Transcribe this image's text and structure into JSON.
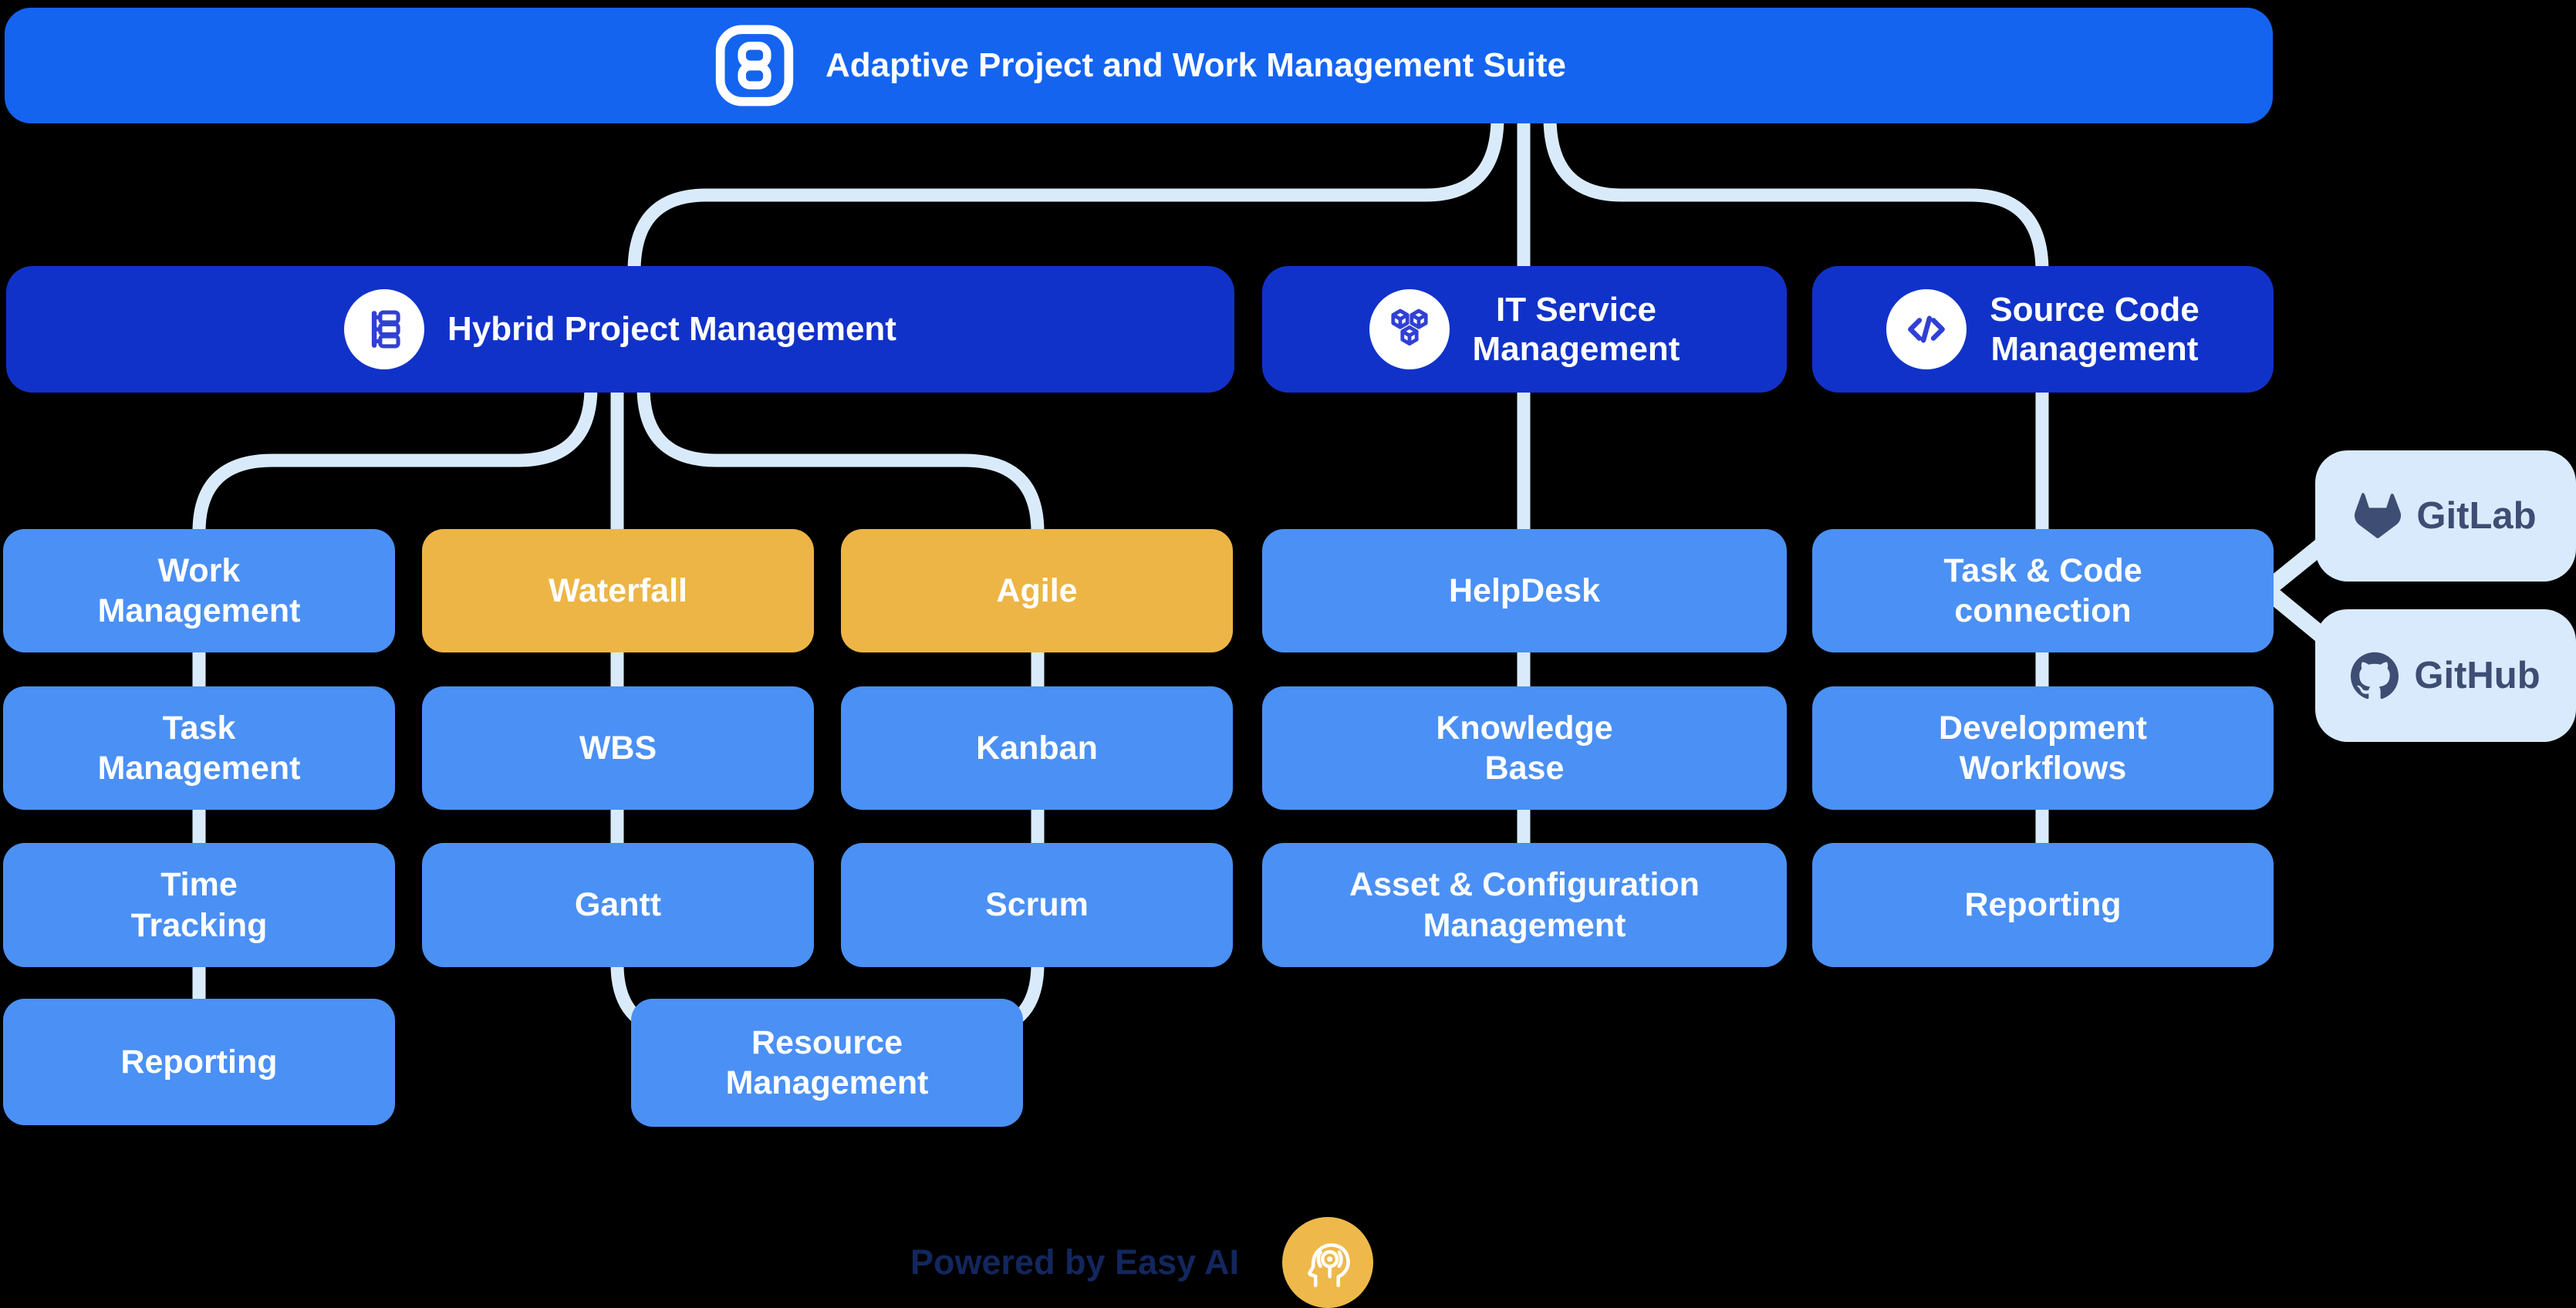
{
  "banner": {
    "title": "Adaptive Project and Work Management Suite",
    "logo_icon": "easy-project-8-logo-icon"
  },
  "groups": {
    "hybrid": {
      "label": "Hybrid Project Management",
      "icon": "hierarchy-tree-icon"
    },
    "itsm": {
      "label": "IT Service\nManagement",
      "icon": "three-cubes-icon"
    },
    "scm": {
      "label": "Source Code\nManagement",
      "icon": "code-brackets-icon"
    }
  },
  "nodes": {
    "work_management": {
      "label": "Work\nManagement"
    },
    "task_management": {
      "label": "Task\nManagement"
    },
    "time_tracking": {
      "label": "Time\nTracking"
    },
    "reporting_hpm": {
      "label": "Reporting"
    },
    "waterfall": {
      "label": "Waterfall",
      "highlighted": true
    },
    "wbs": {
      "label": "WBS"
    },
    "gantt": {
      "label": "Gantt"
    },
    "agile": {
      "label": "Agile",
      "highlighted": true
    },
    "kanban": {
      "label": "Kanban"
    },
    "scrum": {
      "label": "Scrum"
    },
    "resource_management": {
      "label": "Resource\nManagement"
    },
    "helpdesk": {
      "label": "HelpDesk"
    },
    "knowledge_base": {
      "label": "Knowledge\nBase"
    },
    "asset_config": {
      "label": "Asset & Configuration\nManagement"
    },
    "task_code_connection": {
      "label": "Task & Code\nconnection"
    },
    "development_workflows": {
      "label": "Development\nWorkflows"
    },
    "reporting_scm": {
      "label": "Reporting"
    }
  },
  "integrations": [
    {
      "label": "GitLab",
      "icon": "gitlab-logo-icon"
    },
    {
      "label": "GitHub",
      "icon": "github-logo-icon"
    }
  ],
  "footer": {
    "text": "Powered by Easy AI",
    "icon": "easy-ai-head-icon"
  },
  "colors": {
    "background": "#000000",
    "banner_blue": "#1464f0",
    "group_blue": "#1132c8",
    "child_blue": "#4b90f4",
    "highlight_yellow": "#edb545",
    "connector_light_blue": "#d9ebfa",
    "integration_badge_bg": "#d9eafc",
    "integration_navy": "#3d4d73",
    "icon_blue": "#3140d4",
    "footer_navy": "#13275e",
    "footer_yellow": "#eeb94a",
    "text_white": "#ffffff"
  }
}
